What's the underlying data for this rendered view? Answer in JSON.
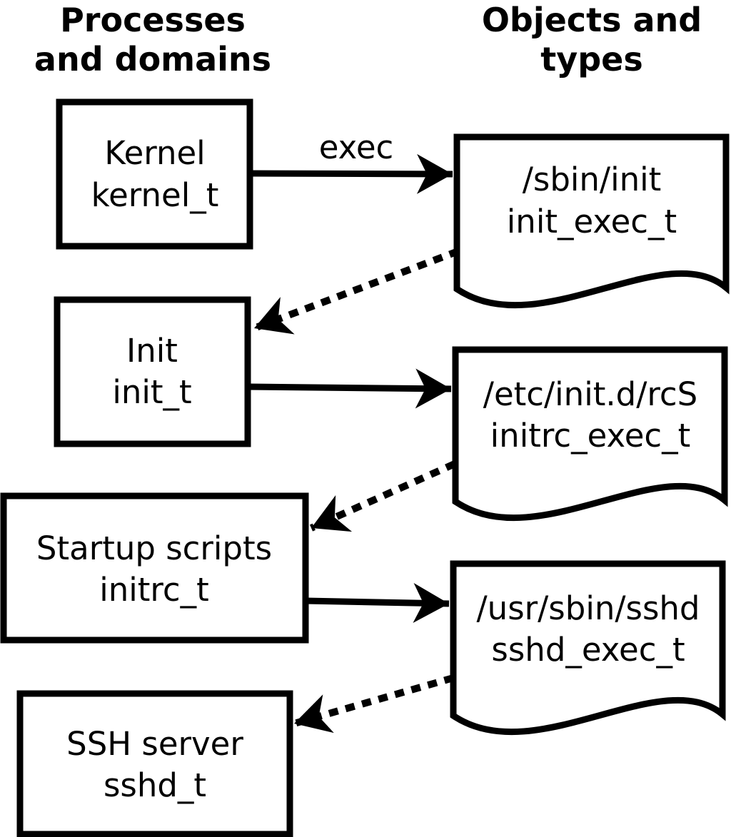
{
  "headers": {
    "left": {
      "line1": "Processes",
      "line2": "and domains"
    },
    "right": {
      "line1": "Objects and",
      "line2": "types"
    }
  },
  "processes": [
    {
      "label": "Kernel",
      "domain": "kernel_t"
    },
    {
      "label": "Init",
      "domain": "init_t"
    },
    {
      "label": "Startup scripts",
      "domain": "initrc_t"
    },
    {
      "label": "SSH server",
      "domain": "sshd_t"
    }
  ],
  "objects": [
    {
      "path": "/sbin/init",
      "type": "init_exec_t"
    },
    {
      "path": "/etc/init.d/rcS",
      "type": "initrc_exec_t"
    },
    {
      "path": "/usr/sbin/sshd",
      "type": "sshd_exec_t"
    }
  ],
  "labels": {
    "exec": "exec"
  },
  "colors": {
    "stroke": "#000000",
    "fill": "#ffffff"
  }
}
